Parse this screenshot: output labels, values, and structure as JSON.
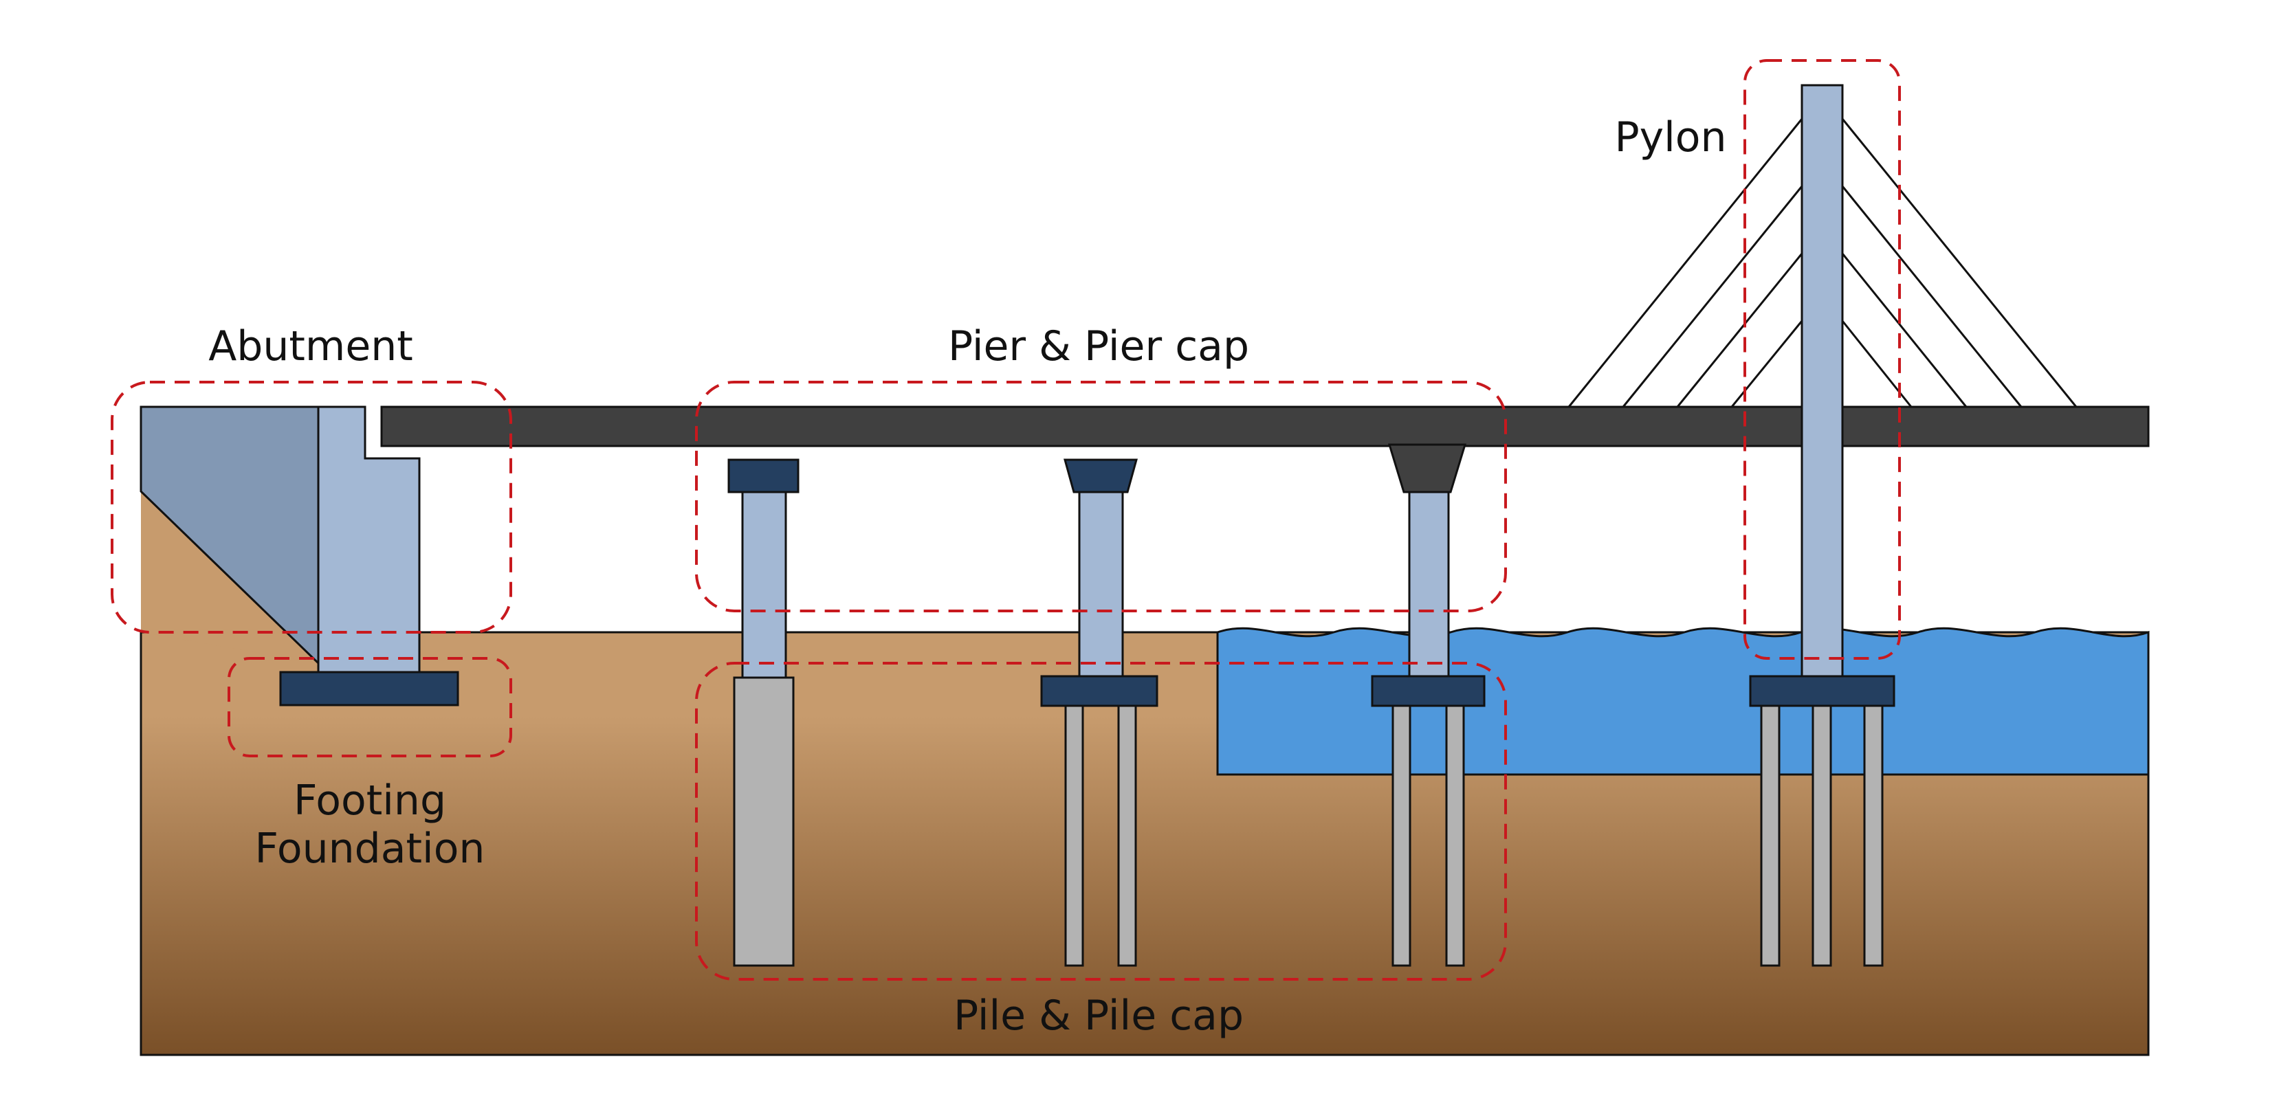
{
  "labels": {
    "abutment": "Abutment",
    "pier_cap": "Pier & Pier cap",
    "pylon": "Pylon",
    "footing_line1": "Footing",
    "footing_line2": "Foundation",
    "pile_cap": "Pile & Pile cap"
  },
  "colors": {
    "deck": "#404040",
    "concrete": "#a3b8d4",
    "abutment_backwall": "#8298b4",
    "cap": "#243f60",
    "pile": "#b3b3b3",
    "water": "#4f98dc",
    "soil_top": "#c79b6d",
    "soil_bottom": "#7a5028",
    "region_outline": "#c8191e"
  }
}
